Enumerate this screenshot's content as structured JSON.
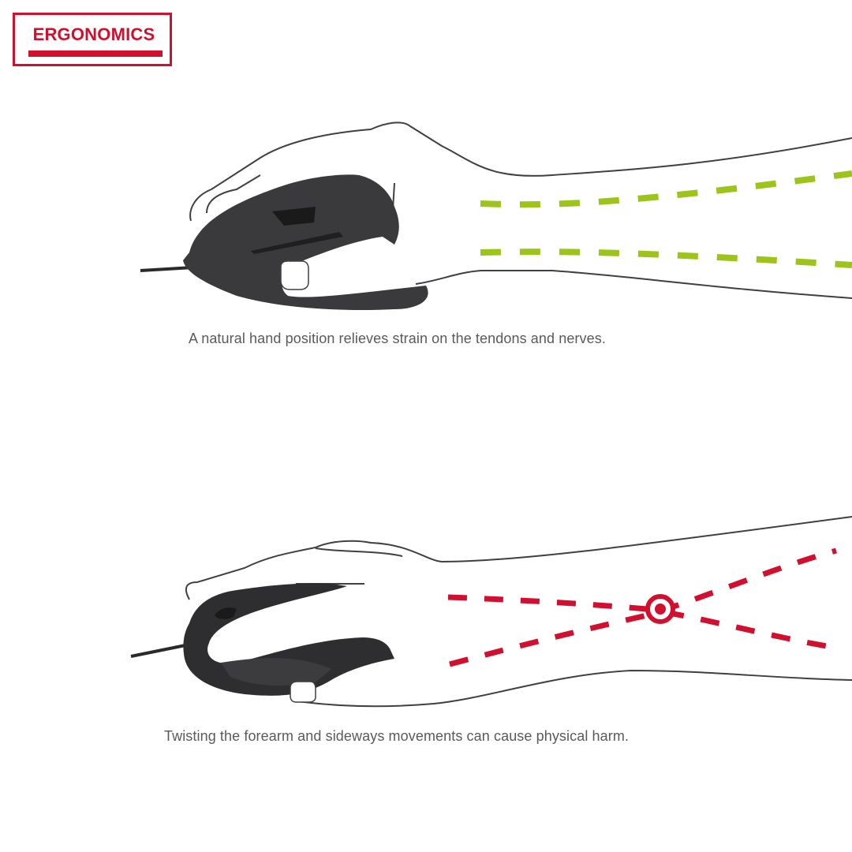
{
  "badge": {
    "title": "ERGONOMICS",
    "color": "#d0102e"
  },
  "panels": [
    {
      "id": "good-posture",
      "illustration": "vertical-mouse-hand-icon",
      "indicator": "straight-forearm-lines",
      "indicator_color": "#9dc41a",
      "caption": "A natural hand position relieves strain on the tendons and nerves."
    },
    {
      "id": "bad-posture",
      "illustration": "standard-mouse-hand-icon",
      "indicator": "crossed-forearm-lines-with-target",
      "indicator_color": "#d0102e",
      "caption": "Twisting the forearm and sideways movements can cause physical harm."
    }
  ]
}
